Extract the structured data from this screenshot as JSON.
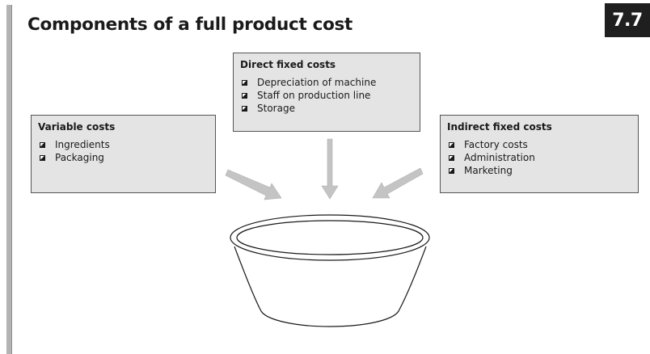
{
  "title": "Components of a full product cost",
  "figure_number": "7.7",
  "boxes": {
    "variable": {
      "title": "Variable costs",
      "items": [
        "Ingredients",
        "Packaging"
      ]
    },
    "direct": {
      "title": "Direct fixed costs",
      "items": [
        "Depreciation of machine",
        "Staff on production line",
        "Storage"
      ]
    },
    "indirect": {
      "title": "Indirect fixed costs",
      "items": [
        "Factory costs",
        "Administration",
        "Marketing"
      ]
    }
  },
  "colors": {
    "box_fill": "#e4e4e4",
    "arrow_fill": "#c4c4c4",
    "figure_badge": "#1f1f1f"
  },
  "icons": {
    "bullet": "diagonal-square-bullet-icon",
    "container": "bowl-icon",
    "arrows": "arrow-icon"
  }
}
